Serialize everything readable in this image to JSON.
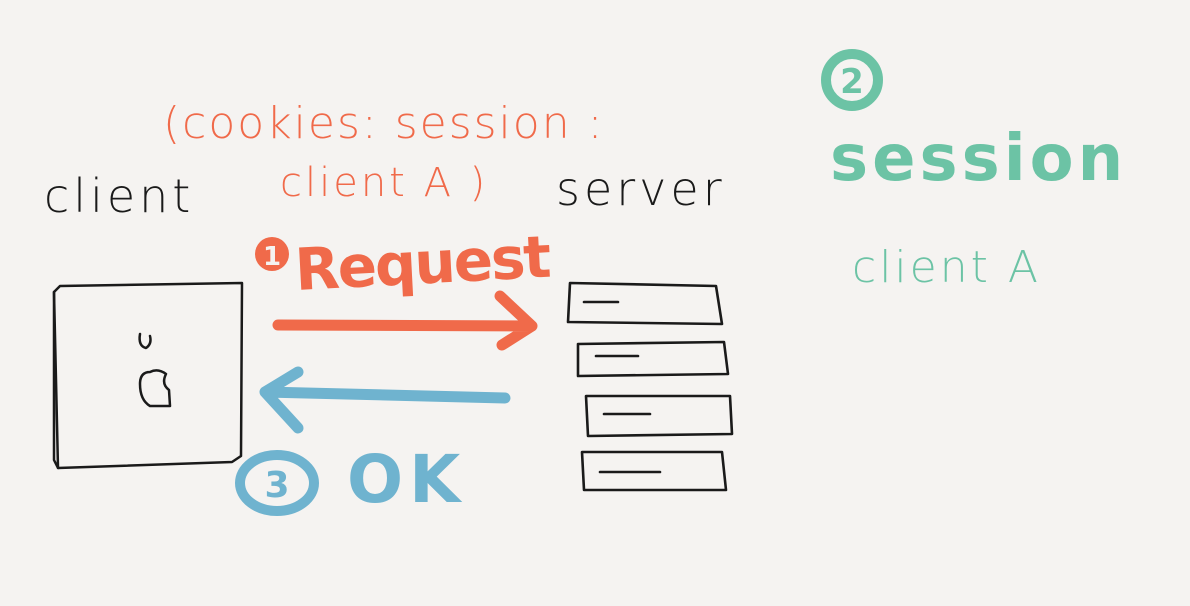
{
  "colors": {
    "background": "#f5f3f1",
    "ink": "#1a1a1a",
    "request": "#f06a4a",
    "response": "#6fb3cf",
    "session": "#6cc3a5"
  },
  "labels": {
    "cookies_line1": "(cookies: session :",
    "cookies_line2": "client A )",
    "client": "client",
    "server": "server",
    "request_num": "1",
    "request": "Request",
    "ok_num": "3",
    "ok": "OK",
    "session_num": "2",
    "session": "session",
    "session_value": "client A"
  },
  "icons": {
    "client_device": "apple-laptop-icon",
    "server_rack": "server-rack-icon"
  }
}
